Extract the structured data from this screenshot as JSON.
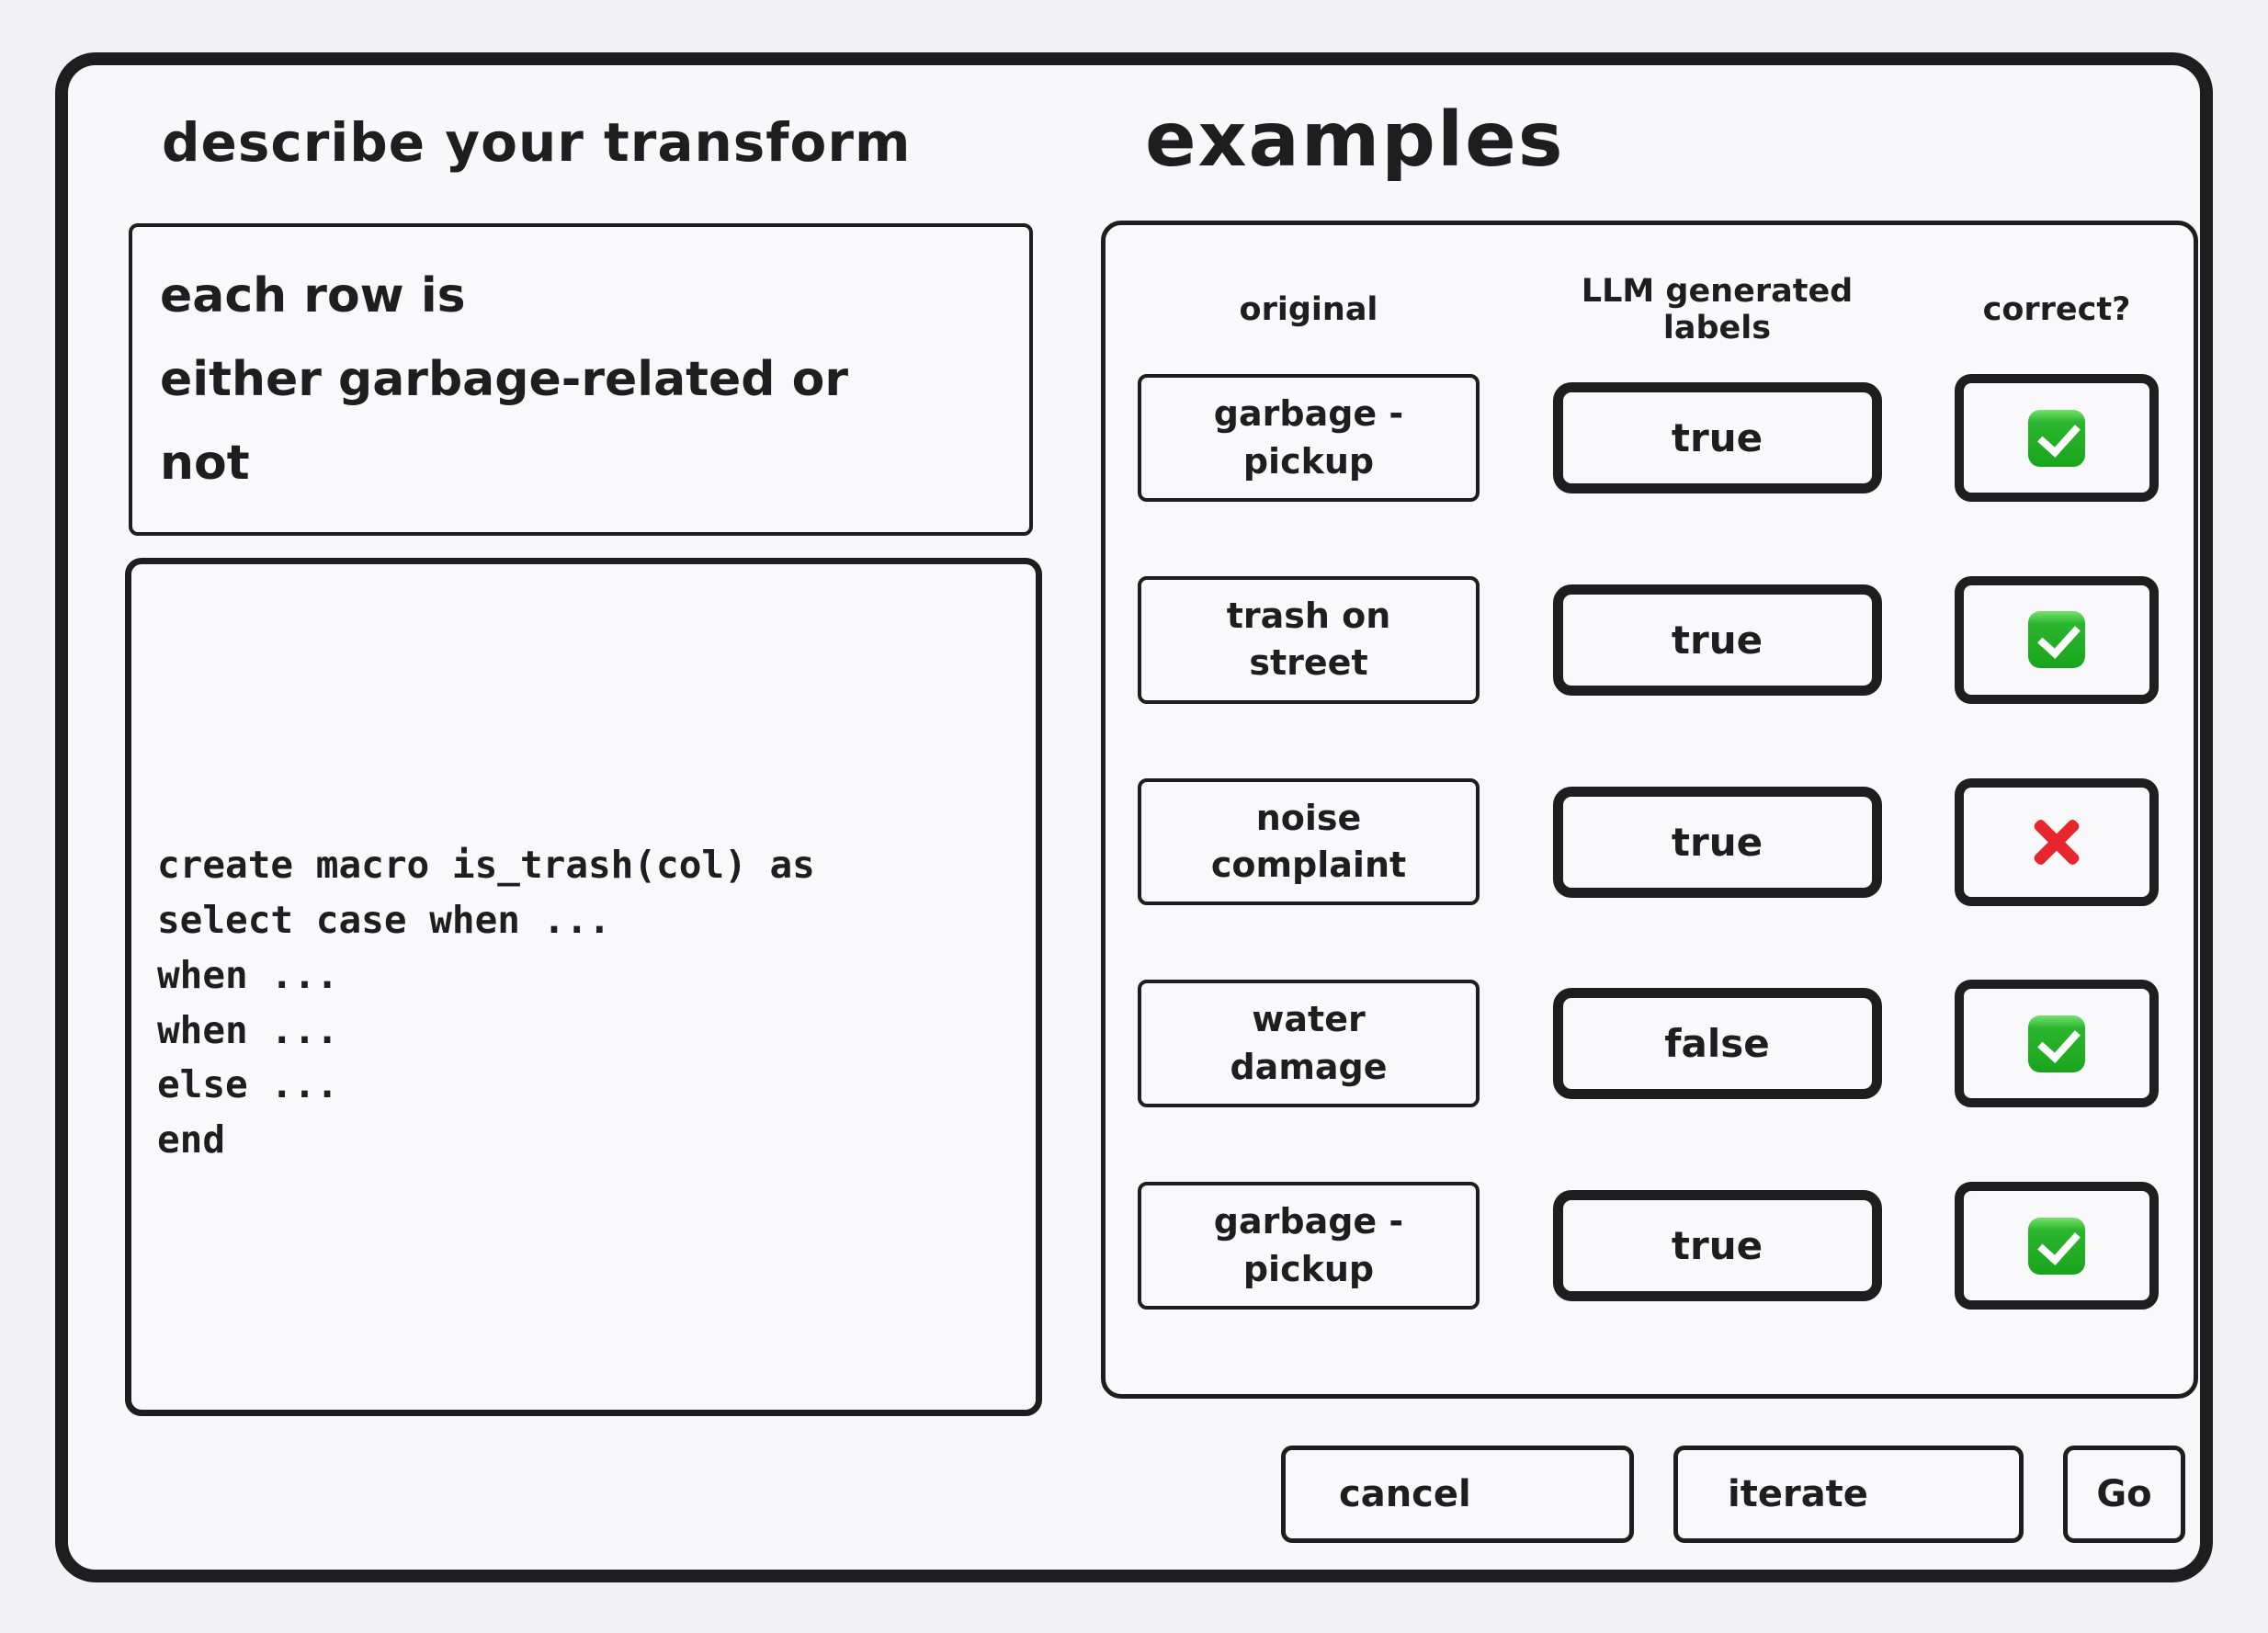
{
  "left": {
    "title": "describe your transform",
    "description_input": {
      "value": "each row is\neither garbage-related or\nnot"
    },
    "code_input": {
      "value": "create macro is_trash(col) as\nselect case when ...\nwhen ...\nwhen ...\nelse ...\nend"
    }
  },
  "examples": {
    "title": "examples",
    "columns": {
      "original": "original",
      "llm": "LLM generated labels",
      "correct": "correct?"
    },
    "rows": [
      {
        "original": "garbage - pickup",
        "label": "true",
        "correct": true
      },
      {
        "original": "trash on street",
        "label": "true",
        "correct": true
      },
      {
        "original": "noise complaint",
        "label": "true",
        "correct": false
      },
      {
        "original": "water damage",
        "label": "false",
        "correct": true
      },
      {
        "original": "garbage - pickup",
        "label": "true",
        "correct": true
      }
    ],
    "icons": {
      "correct_icon": "check-icon",
      "incorrect_icon": "cross-icon"
    }
  },
  "actions": {
    "cancel_label": "cancel",
    "iterate_label": "iterate",
    "go_label": "Go"
  },
  "colors": {
    "ink": "#1e1e1e",
    "check_green": "#1fae24",
    "cross_red": "#e8262d",
    "background": "#f2f2f5",
    "surface": "#f9f9fb"
  }
}
